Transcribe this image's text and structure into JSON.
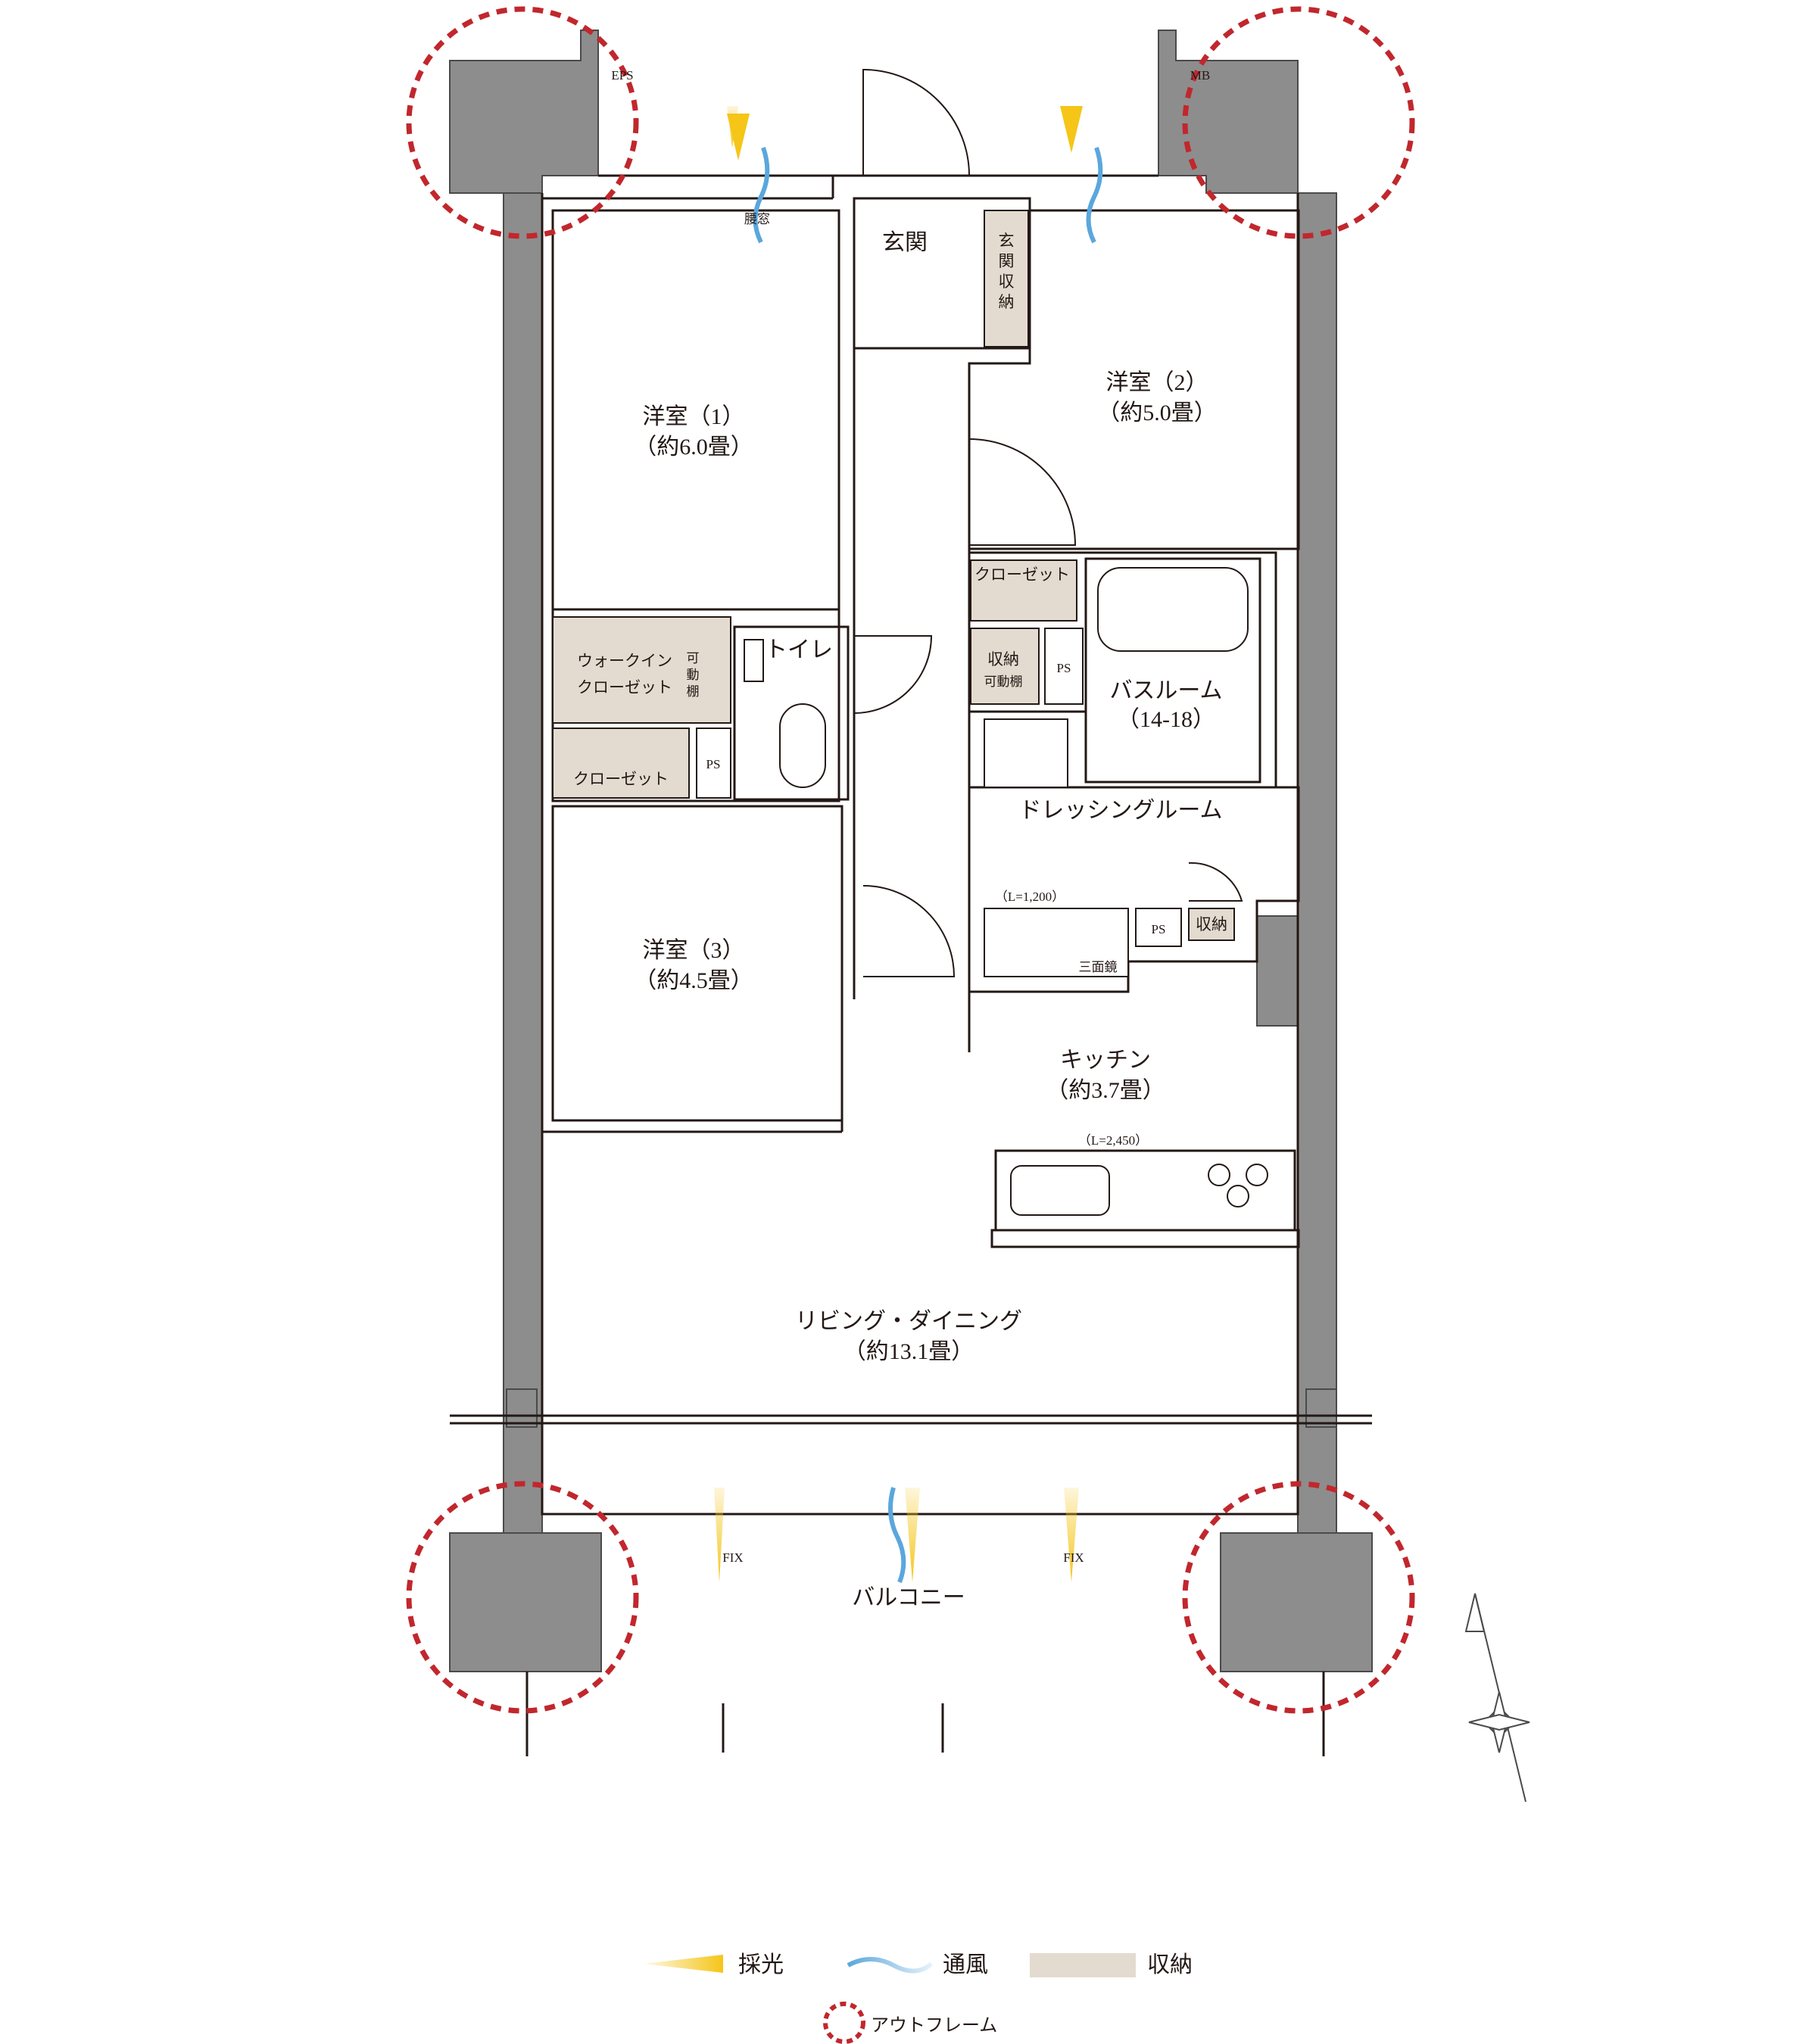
{
  "rooms": {
    "yoshitsu1": {
      "name": "洋室（1）",
      "size": "（約6.0畳）"
    },
    "yoshitsu2": {
      "name": "洋室（2）",
      "size": "（約5.0畳）"
    },
    "yoshitsu3": {
      "name": "洋室（3）",
      "size": "（約4.5畳）"
    },
    "genkan": "玄関",
    "genkan_shuno": [
      "玄",
      "関",
      "収",
      "納"
    ],
    "toilet": "トイレ",
    "walkin": {
      "line1": "ウォークイン",
      "line2": "クローゼット",
      "shelf": [
        "可",
        "動",
        "棚"
      ]
    },
    "closet_left": "クローゼット",
    "closet_right": "クローゼット",
    "shuno_kadodana": {
      "line1": "収納",
      "line2": "可動棚"
    },
    "bath": {
      "name": "バスルーム",
      "size": "（14-18）"
    },
    "dressing": "ドレッシングルーム",
    "kitchen": {
      "name": "キッチン",
      "size": "（約3.7畳）"
    },
    "living": {
      "name": "リビング・ダイニング",
      "size": "（約13.1畳）"
    },
    "balcony": "バルコニー",
    "shuno_small": "収納"
  },
  "labels": {
    "eps": "EPS",
    "mb": "MB",
    "koshimado": "腰窓",
    "ps": "PS",
    "fix": "FIX",
    "vanity_length": "（L=1,200）",
    "sanmenkyo": "三面鏡",
    "kitchen_length": "（L=2,450）"
  },
  "legend": {
    "light": "採光",
    "wind": "通風",
    "storage": "収納",
    "outframe": "アウトフレーム"
  },
  "colors": {
    "wall": "#8d8d8d",
    "wall_edge": "#5a5a5a",
    "storage": "#e3dbcf",
    "light": "#f5c518",
    "wind": "#5aa7dc",
    "outframe": "#c1272d",
    "line": "#231815"
  },
  "icons": [
    "compass-icon",
    "outframe-circle-icon",
    "light-arrow-icon",
    "wind-wave-icon"
  ]
}
